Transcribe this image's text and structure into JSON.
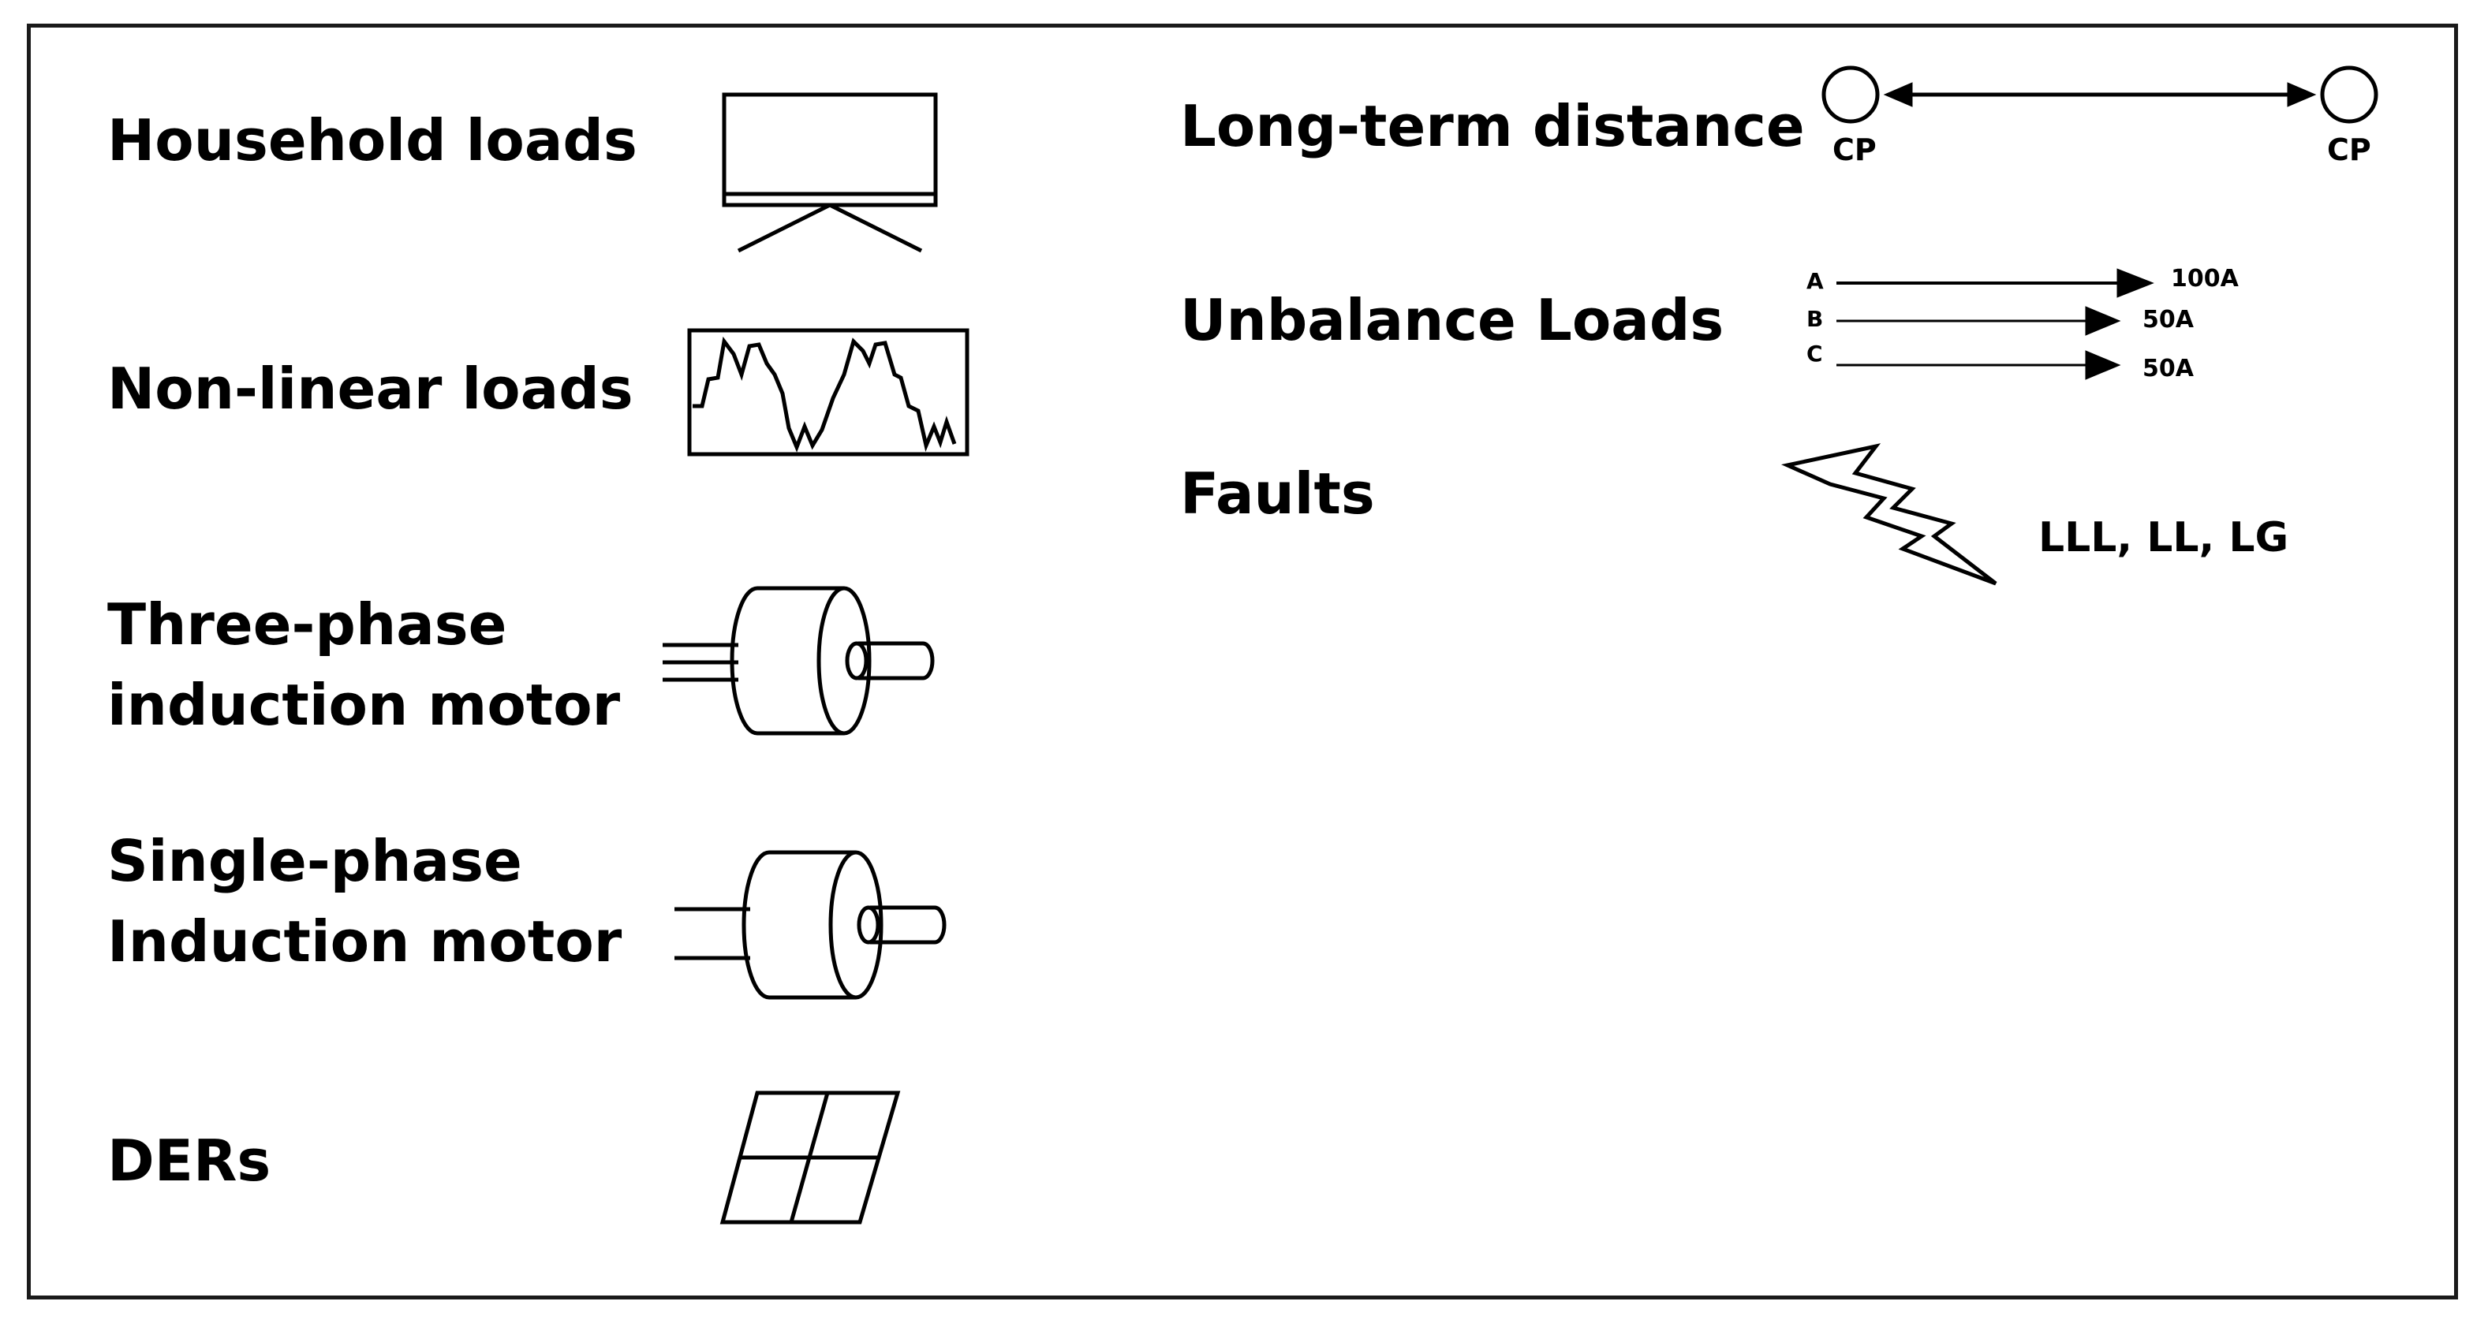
{
  "left_items": [
    {
      "label": "Household loads",
      "icon": "monitor-icon"
    },
    {
      "label": "Non-linear loads",
      "icon": "distorted-waveform-icon"
    },
    {
      "label_lines": [
        "Three-phase",
        "induction motor"
      ],
      "icon": "three-phase-motor-icon"
    },
    {
      "label_lines": [
        "Single-phase",
        "Induction motor"
      ],
      "icon": "single-phase-motor-icon"
    },
    {
      "label": "DERs",
      "icon": "solar-panel-icon"
    }
  ],
  "right_items": {
    "long_term": {
      "label": "Long-term distance",
      "left_node": "CP",
      "right_node": "CP",
      "icon": "double-arrow-icon"
    },
    "unbalance": {
      "label": "Unbalance Loads",
      "phases": [
        {
          "phase": "A",
          "current": "100A"
        },
        {
          "phase": "B",
          "current": "50A"
        },
        {
          "phase": "C",
          "current": "50A"
        }
      ]
    },
    "faults": {
      "label": "Faults",
      "types": "LLL, LL, LG",
      "icon": "lightning-bolt-icon"
    }
  }
}
